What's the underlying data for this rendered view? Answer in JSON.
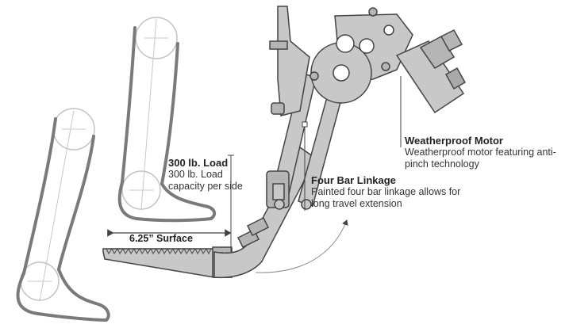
{
  "diagram": {
    "callouts": {
      "motor": {
        "title": "Weatherproof Motor",
        "description": "Weatherproof motor featuring anti-pinch technology"
      },
      "linkage": {
        "title": "Four Bar Linkage",
        "description": "Painted four bar linkage allows for long travel extension"
      },
      "load": {
        "title": "300 lb. Load",
        "description": "300 lb. Load capacity per side"
      }
    },
    "dimension": {
      "surface_label": "6.25” Surface"
    },
    "colors": {
      "line_art": "#444444",
      "metal_fill": "#c8c8c8",
      "metal_dark": "#a9a9a9",
      "leg_outline": "#7a7a7a",
      "leg_centerline": "#b5b5b5"
    }
  }
}
